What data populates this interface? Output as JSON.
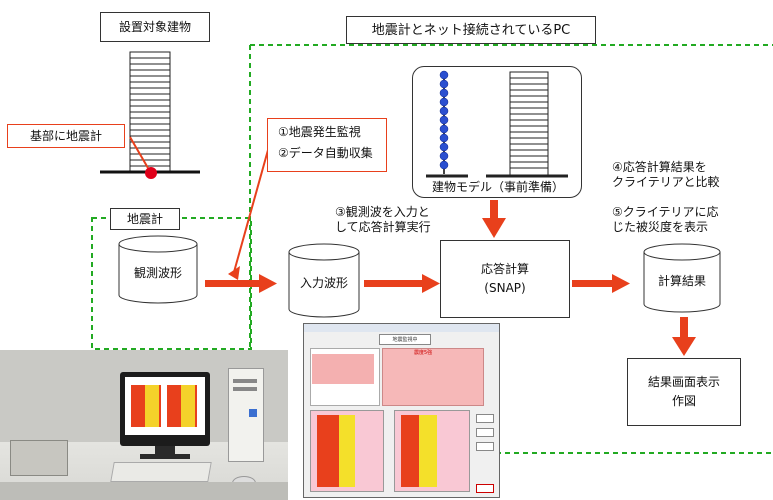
{
  "labels": {
    "building_title": "設置対象建物",
    "pc_title": "地震計とネット接続されているPC",
    "base_sensor": "基部に地震計",
    "step1": "①地震発生監視",
    "step2": "②データ自動収集",
    "step3_line1": "③観測波を入力と",
    "step3_line2": "して応答計算実行",
    "model_caption": "建物モデル（事前準備）",
    "step4_line1": "④応答計算結果を",
    "step4_line2": "クライテリアと比較",
    "step5_line1": "⑤クライテリアに応",
    "step5_line2": "じた被災度を表示",
    "seismometer": "地震計",
    "observed_wave": "観測波形",
    "input_wave": "入力波形",
    "calc_line1": "応答計算",
    "calc_line2": "(SNAP)",
    "result": "計算結果",
    "display_line1": "結果画面表示",
    "display_line2": "作図"
  },
  "screen": {
    "title": "地震監視中",
    "alert": "震度5強"
  },
  "colors": {
    "accent_red": "#e8401c",
    "dashed_green": "#22aa22",
    "node_blue": "#2a4fd0",
    "sensor_red": "#e0001a"
  }
}
